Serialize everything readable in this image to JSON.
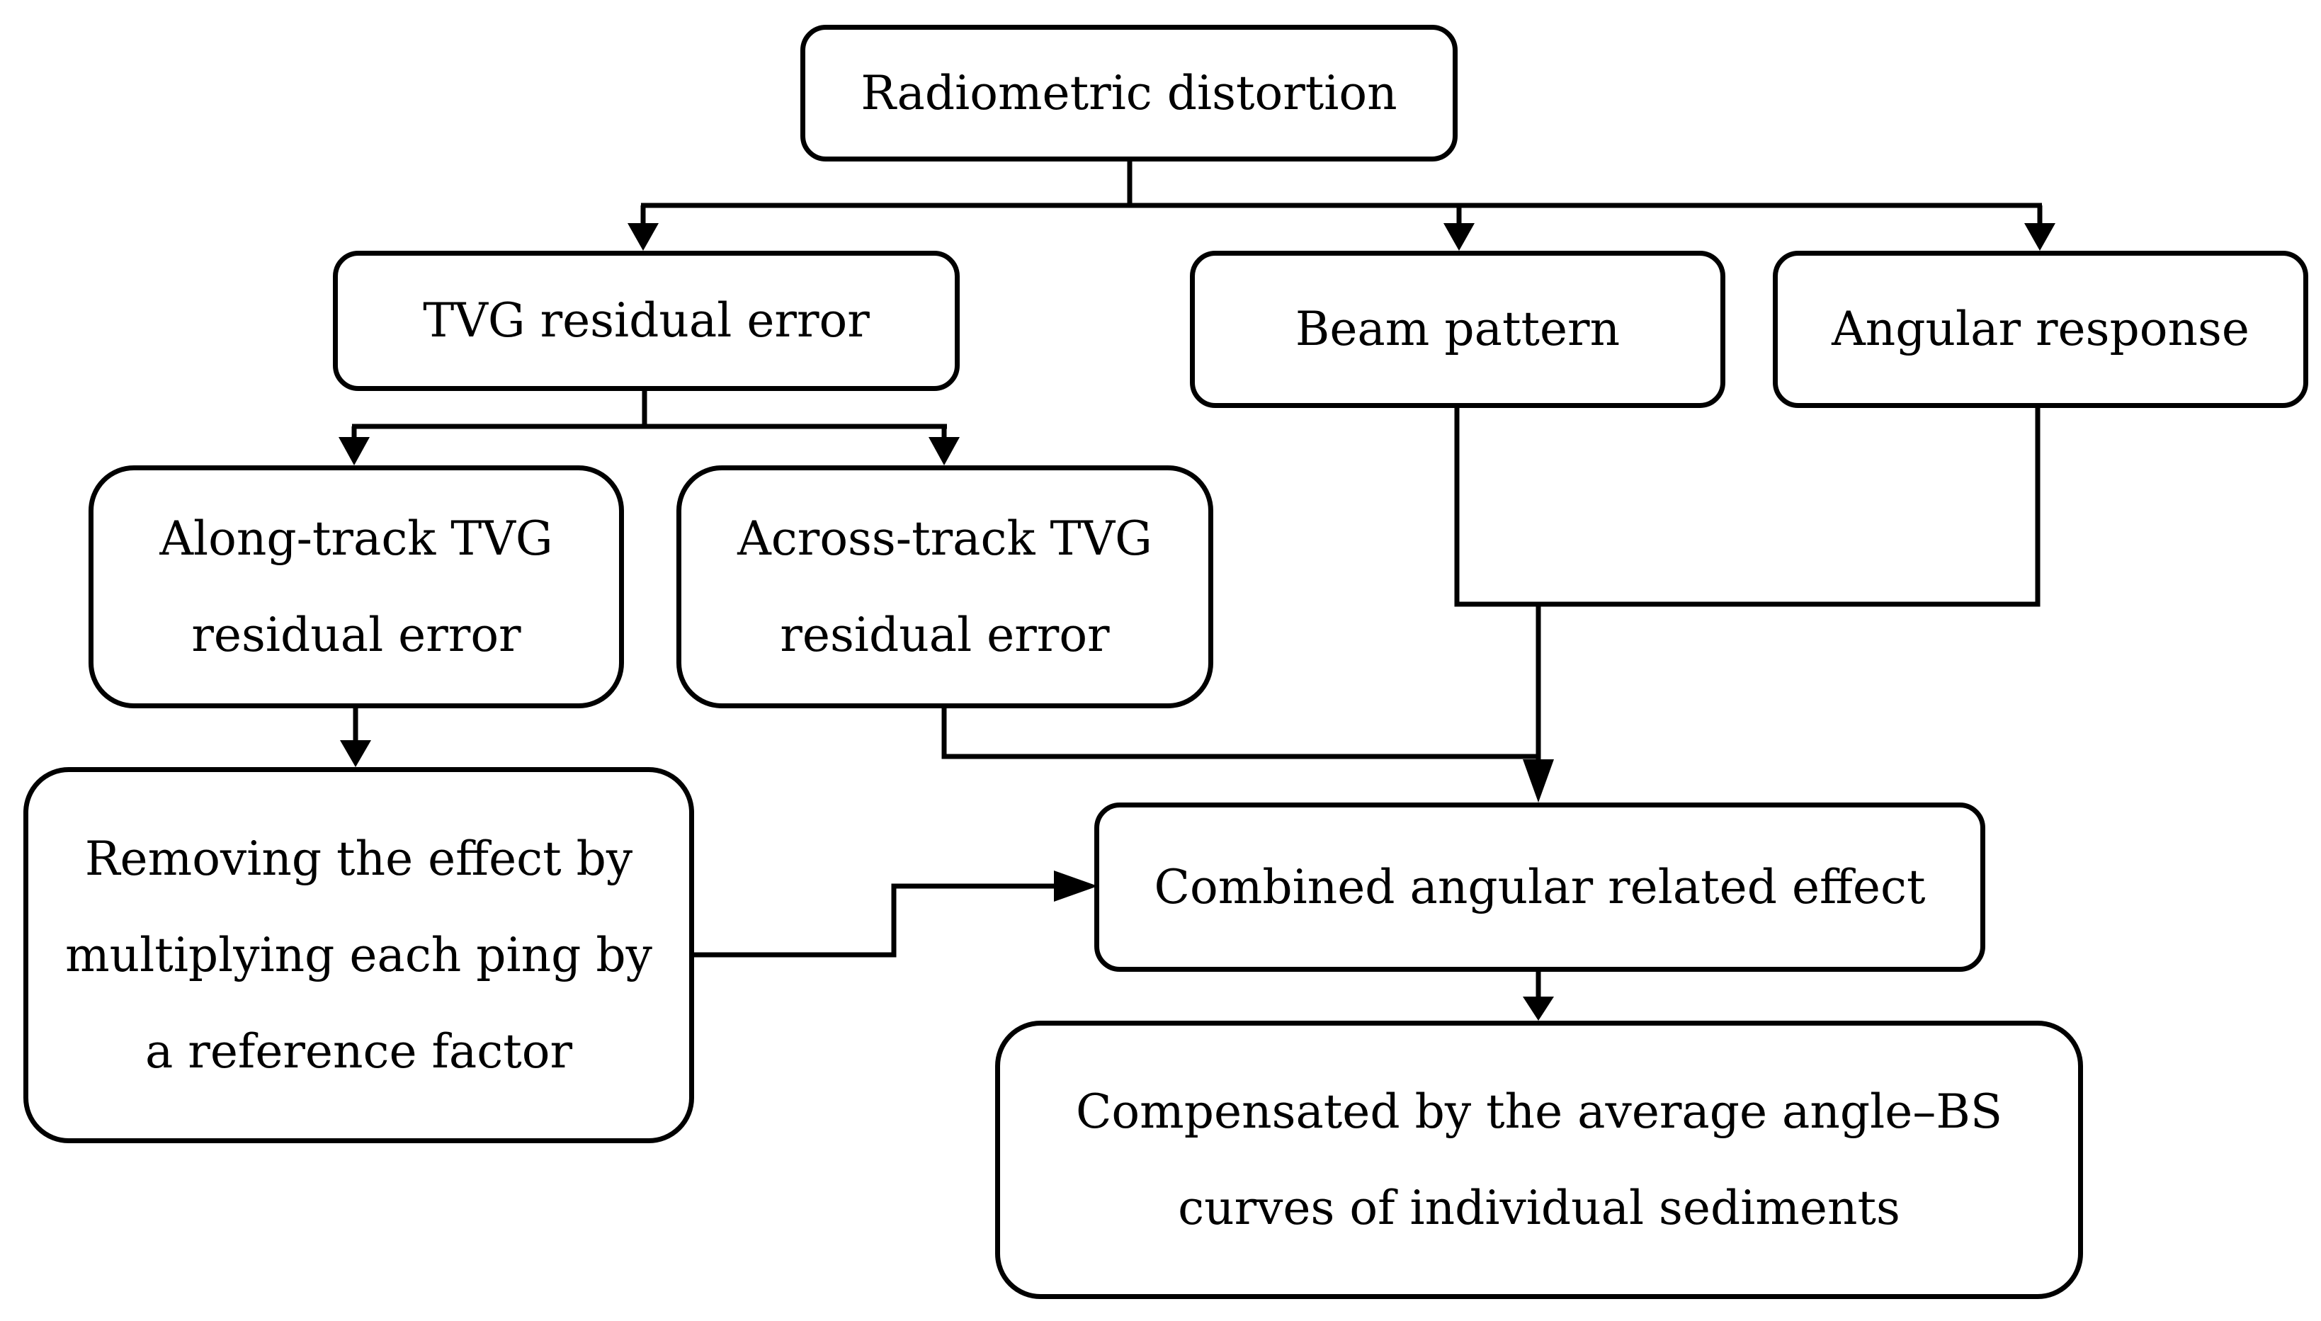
{
  "nodes": {
    "radiometric_distortion": "Radiometric distortion",
    "tvg_residual_error": "TVG residual error",
    "beam_pattern": "Beam pattern",
    "angular_response": "Angular response",
    "along_track": "Along-track TVG residual error",
    "across_track": "Across-track TVG residual error",
    "removing_effect": "Removing the effect by multiplying each ping by a reference factor",
    "combined_effect": "Combined angular related effect",
    "compensated": "Compensated by the average angle–BS curves of individual sediments"
  },
  "colors": {
    "stroke": "#000000",
    "fill": "#ffffff"
  }
}
